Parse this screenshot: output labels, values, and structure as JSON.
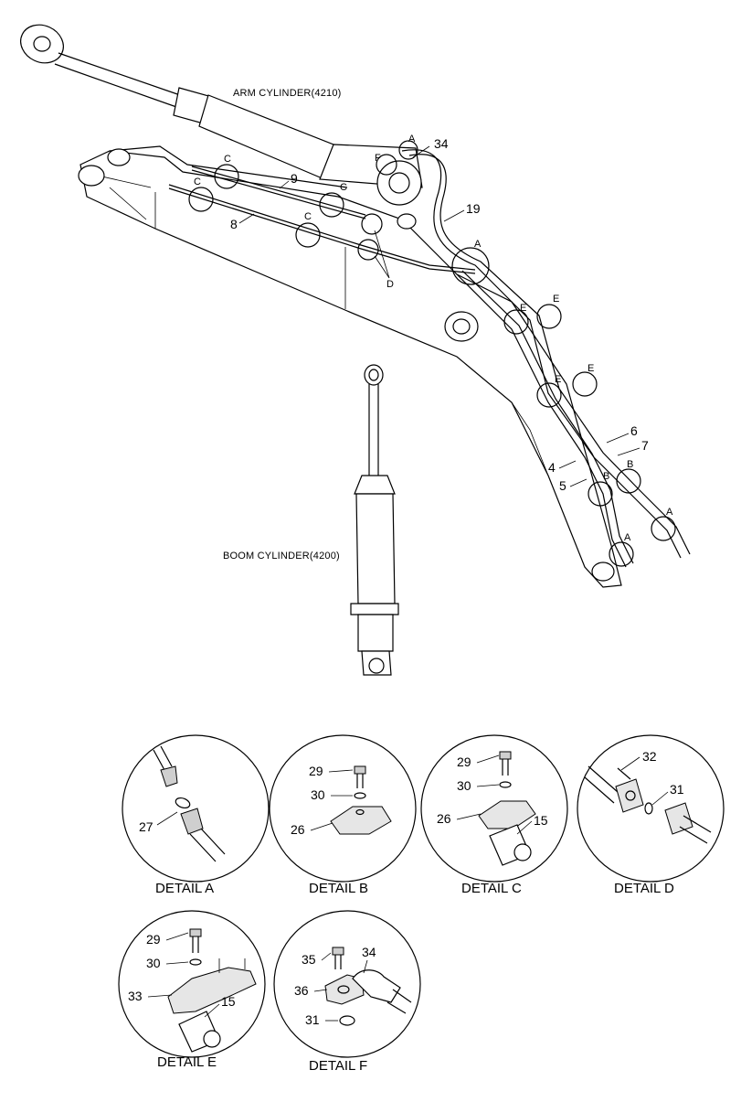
{
  "titles": {
    "arm_cylinder": "ARM CYLINDER(4210)",
    "boom_cylinder": "BOOM CYLINDER(4200)"
  },
  "callouts": {
    "n34": "34",
    "n19": "19",
    "n9": "9",
    "n8": "8",
    "n6": "6",
    "n7": "7",
    "n4": "4",
    "n5": "5"
  },
  "detail_markers": {
    "A": "A",
    "B": "B",
    "C": "C",
    "D": "D",
    "E": "E",
    "F": "F"
  },
  "details": [
    {
      "caption": "DETAIL A",
      "parts": [
        "27"
      ]
    },
    {
      "caption": "DETAIL B",
      "parts": [
        "29",
        "30",
        "26"
      ]
    },
    {
      "caption": "DETAIL C",
      "parts": [
        "29",
        "30",
        "26",
        "15"
      ]
    },
    {
      "caption": "DETAIL D",
      "parts": [
        "32",
        "31"
      ]
    },
    {
      "caption": "DETAIL E",
      "parts": [
        "29",
        "30",
        "33",
        "15"
      ]
    },
    {
      "caption": "DETAIL F",
      "parts": [
        "35",
        "34",
        "36",
        "31"
      ]
    }
  ]
}
